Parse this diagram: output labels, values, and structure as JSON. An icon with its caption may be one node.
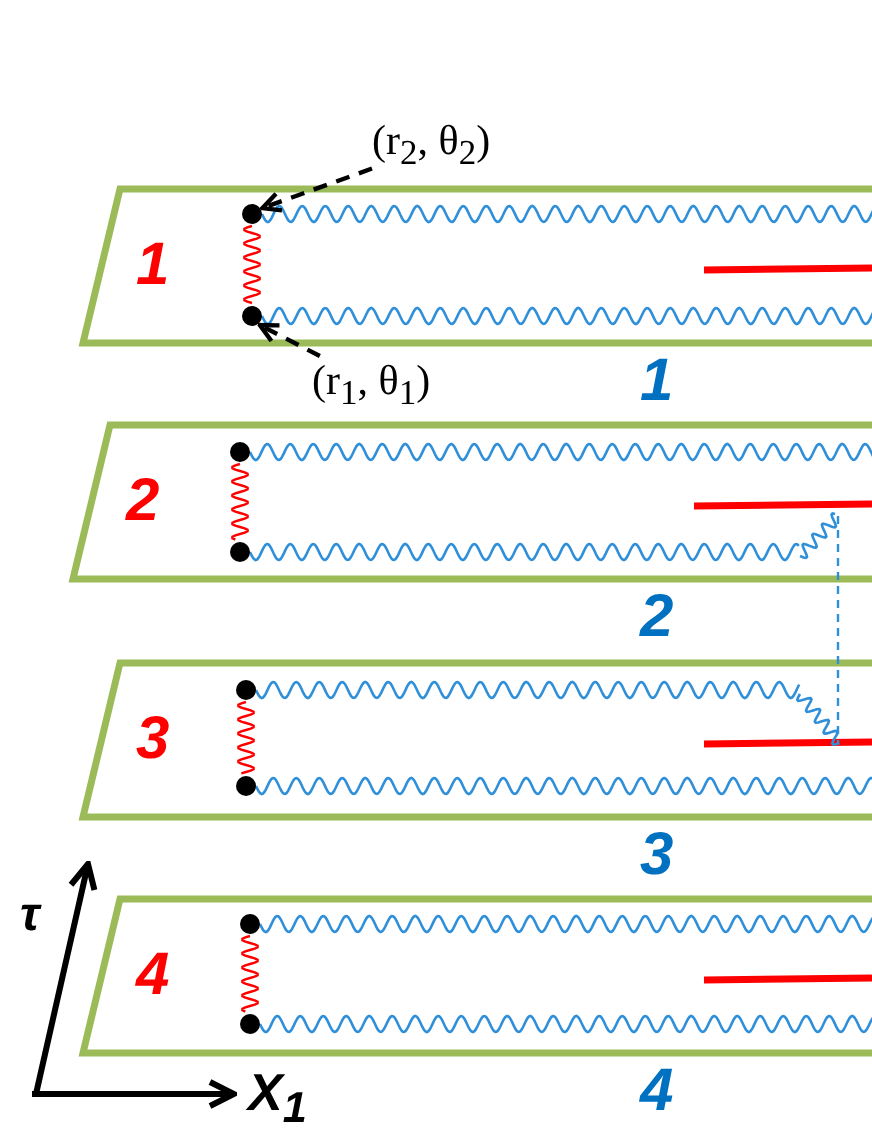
{
  "diagram": {
    "nodes": [
      {
        "text": [
          "1"
        ],
        "beside": [
          "1"
        ]
      },
      {
        "text": [],
        "shape": "circle",
        "in": 0
      },
      {
        "text": [],
        "shape": "circle",
        "in": 0
      },
      {
        "text": [
          "2"
        ],
        "beside": [
          "2"
        ]
      },
      {
        "text": [],
        "shape": "circle",
        "in": 3
      },
      {
        "text": [],
        "shape": "circle",
        "in": 3
      },
      {
        "text": [
          "3"
        ],
        "beside": [
          "3"
        ]
      },
      {
        "text": [],
        "shape": "circle",
        "in": 6
      },
      {
        "text": [],
        "shape": "circle",
        "in": 6
      },
      {
        "text": [
          "4"
        ],
        "beside": [
          "4"
        ]
      },
      {
        "text": [],
        "shape": "circle",
        "in": 9
      },
      {
        "text": [],
        "shape": "circle",
        "in": 9
      },
      {
        "text": [
          "(r$_{2}$, θ$_{2}$)"
        ]
      },
      {
        "text": [
          "(r$_{1}$, θ$_{1}$)"
        ]
      }
    ],
    "edges": [
      {
        "from": 12,
        "to": 1,
        "arrow": "to",
        "style": "dashed",
        "color": "#000000"
      },
      {
        "from": 13,
        "to": 2,
        "arrow": "to",
        "style": "dashed",
        "color": "#000000"
      },
      {
        "from": 1,
        "to": 2,
        "arrow": "none"
      },
      {
        "from": 4,
        "to": 5,
        "arrow": "none"
      },
      {
        "from": 7,
        "to": 8,
        "arrow": "none"
      },
      {
        "from": 10,
        "to": 11,
        "arrow": "none"
      }
    ],
    "labels": [
      "τ",
      "X$_{1}$"
    ]
  }
}
